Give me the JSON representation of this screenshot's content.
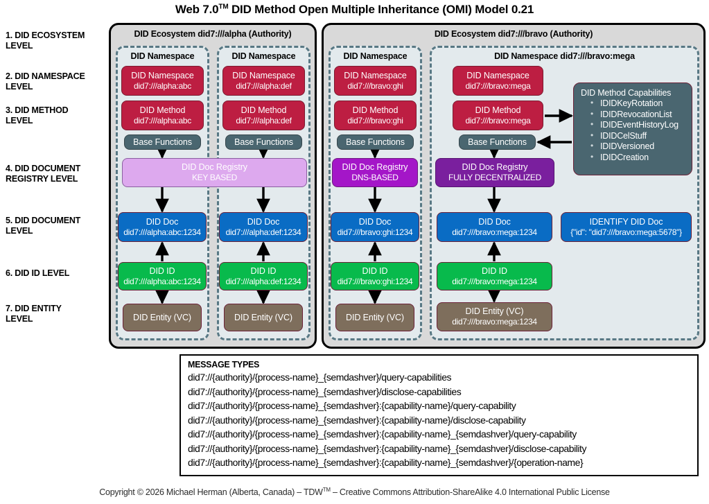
{
  "title": {
    "prefix": "Web 7.0",
    "tm": "TM",
    "rest": " DID Method Open Multiple Inheritance (OMI) Model 0.21"
  },
  "levels": [
    {
      "id": "1",
      "line1": "1. DID ECOSYSTEM",
      "line2": "LEVEL"
    },
    {
      "id": "2",
      "line1": "2. DID NAMESPACE",
      "line2": "LEVEL"
    },
    {
      "id": "3",
      "line1": "3. DID METHOD",
      "line2": "LEVEL"
    },
    {
      "id": "4",
      "line1": "4. DID DOCUMENT",
      "line2": "REGISTRY LEVEL"
    },
    {
      "id": "5",
      "line1": "5. DID DOCUMENT",
      "line2": "LEVEL"
    },
    {
      "id": "6",
      "line1": "6. DID ID LEVEL",
      "line2": ""
    },
    {
      "id": "7",
      "line1": "7. DID ENTITY",
      "line2": "LEVEL"
    }
  ],
  "ecosystems": [
    {
      "id": "alpha",
      "title": "DID Ecosystem did7:///alpha (Authority)"
    },
    {
      "id": "bravo",
      "title": "DID Ecosystem did7:///bravo (Authority)"
    }
  ],
  "namespaces": [
    {
      "id": "alpha-abc",
      "title": "DID Namespace"
    },
    {
      "id": "alpha-def",
      "title": "DID Namespace"
    },
    {
      "id": "bravo-ghi",
      "title": "DID Namespace"
    },
    {
      "id": "bravo-mega",
      "title": "DID Namespace did7:///bravo:mega"
    }
  ],
  "columns": {
    "alpha_abc": {
      "namespace": {
        "l1": "DID Namespace",
        "l2": "did7:///alpha:abc"
      },
      "method": {
        "l1": "DID Method",
        "l2": "did7:///alpha:abc"
      },
      "base_functions": {
        "l1": "Base Functions"
      },
      "did_doc": {
        "l1": "DID Doc",
        "l2": "did7:///alpha:abc:1234"
      },
      "did_id": {
        "l1": "DID ID",
        "l2": "did7:///alpha:abc:1234"
      },
      "did_entity": {
        "l1": "DID Entity (VC)"
      }
    },
    "alpha_def": {
      "namespace": {
        "l1": "DID Namespace",
        "l2": "did7:///alpha:def"
      },
      "method": {
        "l1": "DID Method",
        "l2": "did7:///alpha:def"
      },
      "base_functions": {
        "l1": "Base Functions"
      },
      "did_doc": {
        "l1": "DID Doc",
        "l2": "did7:///alpha:def:1234"
      },
      "did_id": {
        "l1": "DID ID",
        "l2": "did7:///alpha:def:1234"
      },
      "did_entity": {
        "l1": "DID Entity (VC)"
      }
    },
    "bravo_ghi": {
      "namespace": {
        "l1": "DID Namespace",
        "l2": "did7:///bravo:ghi"
      },
      "method": {
        "l1": "DID Method",
        "l2": "did7:///bravo:ghi"
      },
      "base_functions": {
        "l1": "Base Functions"
      },
      "registry": {
        "l1": "DID Doc Registry",
        "l2": "DNS-BASED"
      },
      "did_doc": {
        "l1": "DID Doc",
        "l2": "did7:///bravo:ghi:1234"
      },
      "did_id": {
        "l1": "DID ID",
        "l2": "did7:///bravo:ghi:1234"
      },
      "did_entity": {
        "l1": "DID Entity (VC)"
      }
    },
    "bravo_mega": {
      "namespace": {
        "l1": "DID Namespace",
        "l2": "did7:///bravo:mega"
      },
      "method": {
        "l1": "DID Method",
        "l2": "did7:///bravo:mega"
      },
      "base_functions": {
        "l1": "Base Functions"
      },
      "registry": {
        "l1": "DID Doc Registry",
        "l2": "FULLY DECENTRALIZED"
      },
      "did_doc": {
        "l1": "DID Doc",
        "l2": "did7:///bravo:mega:1234"
      },
      "identify_doc": {
        "l1": "IDENTIFY DID Doc",
        "l2": "{\"id\": \"did7:///bravo:mega:5678\"}"
      },
      "did_id": {
        "l1": "DID ID",
        "l2": "did7:///bravo:mega:1234"
      },
      "did_entity": {
        "l1": "DID Entity (VC)",
        "l2": "did7:///bravo:mega:1234"
      }
    }
  },
  "alpha_registry": {
    "l1": "DID Doc Registry",
    "l2": "KEY BASED"
  },
  "capabilities": {
    "title": "DID Method Capabilities",
    "items": [
      "IDIDKeyRotation",
      "IDIDRevocationList",
      "IDIDEventHistoryLog",
      "IDIDCelStuff",
      "IDIDVersioned",
      "IDIDCreation"
    ]
  },
  "message_types": {
    "title": "MESSAGE TYPES",
    "lines": [
      "did7://{authority}/{process-name}_{semdashver}/query-capabilities",
      "did7://{authority}/{process-name}_{semdashver}/disclose-capabilities",
      "did7://{authority}/{process-name}_{semdashver}:{capability-name}/query-capability",
      "did7://{authority}/{process-name}_{semdashver}:{capability-name}/disclose-capability",
      "did7://{authority}/{process-name}_{semdashver}:{capability-name}_{semdashver}/query-capability",
      "did7://{authority}/{process-name}_{semdashver}:{capability-name}_{semdashver}/disclose-capability",
      "did7://{authority}/{process-name}_{semdashver}:{capability-name}_{semdashver}/{operation-name}"
    ]
  },
  "footer": {
    "before": "Copyright © 2026 Michael Herman (Alberta, Canada) – TDW",
    "tm": "TM",
    "after": " – Creative Commons Attribution-ShareAlike 4.0 International Public License"
  },
  "colors": {
    "crimson": "#bd1e42",
    "slate": "#4a6670",
    "lilac": "#dda9ee",
    "magenta": "#a416c8",
    "violet": "#7a1f9e",
    "blue": "#0a6cc4",
    "green": "#08ba4c",
    "brown": "#7e6e5c",
    "ecosystem_bg": "#d9d9d9",
    "namespace_bg": "#e3eaed",
    "dash_border": "#587884"
  }
}
